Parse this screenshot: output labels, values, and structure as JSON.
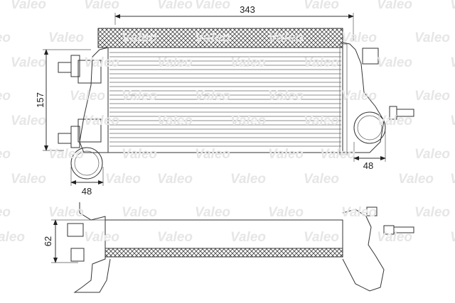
{
  "watermark": "Valeo",
  "colors": {
    "line": "#333333",
    "watermark": "#e6e6e6"
  },
  "dimensions": {
    "length": "343",
    "height": "157",
    "inlet_diameter": "48",
    "outlet_diameter": "48",
    "depth": "62"
  }
}
